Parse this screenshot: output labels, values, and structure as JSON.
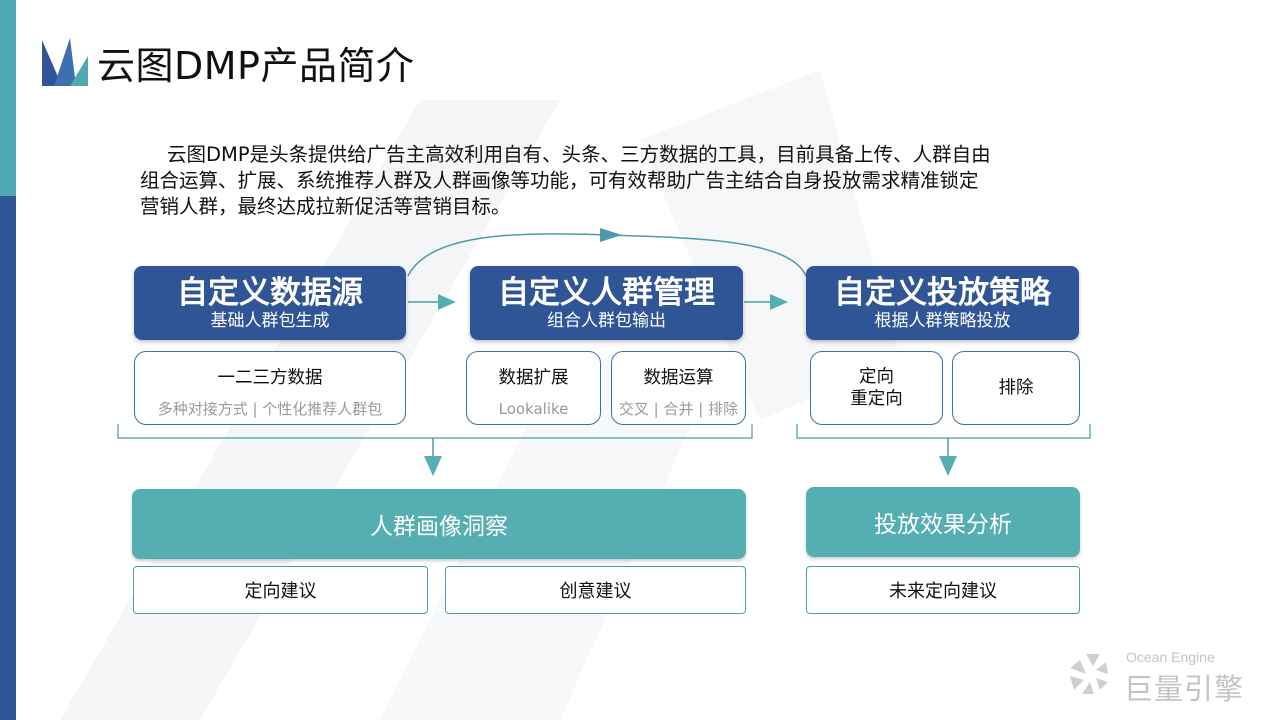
{
  "header": {
    "title": "云图DMP产品简介"
  },
  "intro": {
    "lines": [
      "云图DMP是头条提供给广告主高效利用自有、头条、三方数据的工具，目前具备上传、人群自由",
      "组合运算、扩展、系统推荐人群及人群画像等功能，可有效帮助广告主结合自身投放需求精准锁定",
      "营销人群，最终达成拉新促活等营销目标。"
    ]
  },
  "stages": [
    {
      "title": "自定义数据源",
      "subtitle": "基础人群包生成",
      "items": [
        {
          "title": "一二三方数据",
          "subtitle": "多种对接方式 | 个性化推荐人群包"
        }
      ]
    },
    {
      "title": "自定义人群管理",
      "subtitle": "组合人群包输出",
      "items": [
        {
          "title": "数据扩展",
          "subtitle": "Lookalike"
        },
        {
          "title": "数据运算",
          "subtitle": "交叉 | 合并 | 排除"
        }
      ]
    },
    {
      "title": "自定义投放策略",
      "subtitle": "根据人群策略投放",
      "items": [
        {
          "title": "定向",
          "title2": "重定向"
        },
        {
          "title": "排除"
        }
      ]
    }
  ],
  "outcomes": [
    {
      "title": "人群画像洞察",
      "suggestions": [
        "定向建议",
        "创意建议"
      ]
    },
    {
      "title": "投放效果分析",
      "suggestions": [
        "未来定向建议"
      ]
    }
  ],
  "brand": {
    "english": "Ocean Engine",
    "chinese": "巨量引擎"
  },
  "colors": {
    "navy": "#2f5597",
    "teal": "#55aeb2",
    "outline_blue": "#3e70a8",
    "arrow_teal": "#4e9aaa"
  }
}
